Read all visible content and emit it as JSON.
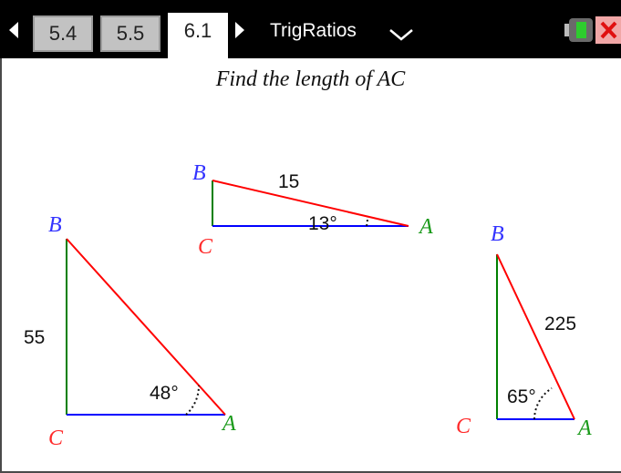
{
  "toolbar": {
    "tabs": [
      {
        "label": "5.4",
        "active": false
      },
      {
        "label": "5.5",
        "active": false
      },
      {
        "label": "6.1",
        "active": true
      }
    ],
    "document_title": "TrigRatios",
    "icons": [
      "left-arrow-icon",
      "right-arrow-icon",
      "chevron-down-icon",
      "battery-icon",
      "close-icon"
    ]
  },
  "prompt": "Find the length of AC",
  "colors": {
    "label_B": "#3333ff",
    "label_C": "#ff2a2a",
    "label_A": "#1a9a1a",
    "hypotenuse": "#ff0000",
    "vertical_leg": "#008000",
    "horizontal_leg": "#0000ff"
  },
  "triangles": [
    {
      "id": "top",
      "labels": {
        "B": "B",
        "C": "C",
        "A": "A"
      },
      "side": "15",
      "angle": "13°"
    },
    {
      "id": "left",
      "labels": {
        "B": "B",
        "C": "C",
        "A": "A"
      },
      "side": "55",
      "angle": "48°"
    },
    {
      "id": "right",
      "labels": {
        "B": "B",
        "C": "C",
        "A": "A"
      },
      "side": "225",
      "angle": "65°"
    }
  ]
}
